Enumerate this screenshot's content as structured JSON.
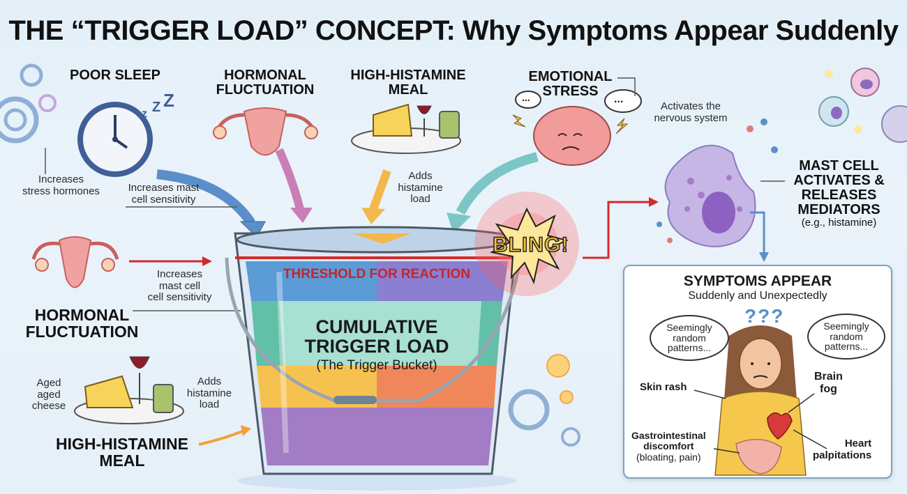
{
  "title": {
    "part1": "THE “TRIGGER LOAD” CONCEPT:",
    "part2": "Why Symptoms Appear Suddenly"
  },
  "triggers_top": [
    {
      "label": "POOR SLEEP",
      "note1": "Increases stress hormones",
      "note2": "Increases mast cell sensitivity",
      "arrow_color": "#5b8fc9"
    },
    {
      "label_line1": "HORMONAL",
      "label_line2": "FLUCTUATION",
      "arrow_color": "#c97fb5"
    },
    {
      "label_line1": "HIGH-HISTAMINE",
      "label_line2": "MEAL",
      "note_line1": "Adds",
      "note_line2": "histamine",
      "note_line3": "load",
      "arrow_color": "#f2b84b"
    },
    {
      "label_line1": "EMOTIONAL",
      "label_line2": "STRESS",
      "note_line1": "Activates the",
      "note_line2": "nervous system",
      "arrow_color": "#6bbfbf"
    }
  ],
  "poor_sleep": {
    "label": "POOR SLEEP",
    "note_a_line1": "Increases",
    "note_a_line2": "stress hormones",
    "note_b_line1": "Increases mast",
    "note_b_line2": "cell sensitivity",
    "zzz": "ZZZ"
  },
  "hormonal_top": {
    "line1": "HORMONAL",
    "line2": "FLUCTUATION"
  },
  "meal_top": {
    "line1": "HIGH-HISTAMINE",
    "line2": "MEAL",
    "note1": "Adds",
    "note2": "histamine",
    "note3": "load"
  },
  "stress": {
    "line1": "EMOTIONAL",
    "line2": "STRESS",
    "note1": "Activates the",
    "note2": "nervous system",
    "thought": "..."
  },
  "hormonal_left": {
    "line1": "HORMONAL",
    "line2": "FLUCTUATION",
    "note1": "Increases",
    "note2": "mast cell",
    "note3": "cell sensitivity"
  },
  "meal_left": {
    "line1": "HIGH-HISTAMINE",
    "line2": "MEAL",
    "cheese1": "Aged",
    "cheese2": "aged",
    "cheese3": "cheese",
    "note1": "Adds",
    "note2": "histamine",
    "note3": "load"
  },
  "bucket": {
    "threshold": "THRESHOLD FOR REACTION",
    "line1": "CUMULATIVE",
    "line2": "TRIGGER LOAD",
    "line3": "(The Trigger Bucket)",
    "layers": [
      "#a27cc4",
      "#f6c24f",
      "#f0875a",
      "#62bfa8",
      "#5b9bd6",
      "#8a7fd0"
    ]
  },
  "bling": "BLING!",
  "mast_cell": {
    "line1": "MAST CELL",
    "line2": "ACTIVATES &",
    "line3": "RELEASES",
    "line4": "MEDIATORS",
    "line5": "(e.g., histamine)"
  },
  "symptoms": {
    "title": "SYMPTOMS APPEAR",
    "subtitle": "Suddenly and Unexpectedly",
    "question": "???",
    "thought_left": [
      "Seemingly",
      "random",
      "patterns..."
    ],
    "thought_right": [
      "Seemingly",
      "random",
      "patterns..."
    ],
    "skin": "Skin rash",
    "brain1": "Brain",
    "brain2": "fog",
    "gi1": "Gastrointestinal",
    "gi2": "discomfort",
    "gi3": "(bloating, pain)",
    "heart1": "Heart",
    "heart2": "palpitations"
  },
  "colors": {
    "threshold_red": "#d42a2a",
    "accent_blue": "#5b8fc9",
    "panel_border": "#7fa1bd"
  }
}
